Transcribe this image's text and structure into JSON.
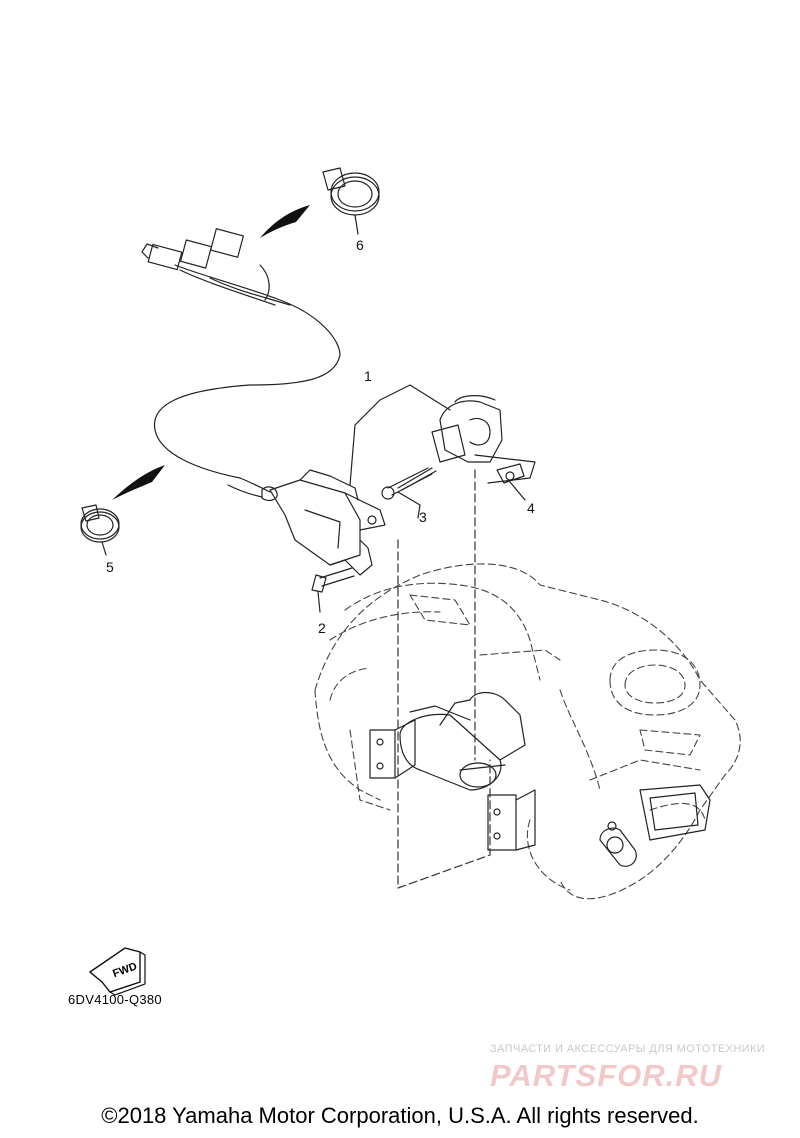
{
  "parts": [
    {
      "number": "1"
    },
    {
      "number": "2"
    },
    {
      "number": "3"
    },
    {
      "number": "4"
    },
    {
      "number": "5"
    },
    {
      "number": "6"
    }
  ],
  "fwd_label": "FWD",
  "diagram_code": "6DV4100-Q380",
  "watermark": {
    "tagline": "ЗАПЧАСТИ И АКСЕССУАРЫ ДЛЯ МОТОТЕХНИКИ",
    "logo": "PARTSFOR.RU"
  },
  "copyright": "©2018 Yamaha Motor Corporation, U.S.A. All rights reserved."
}
